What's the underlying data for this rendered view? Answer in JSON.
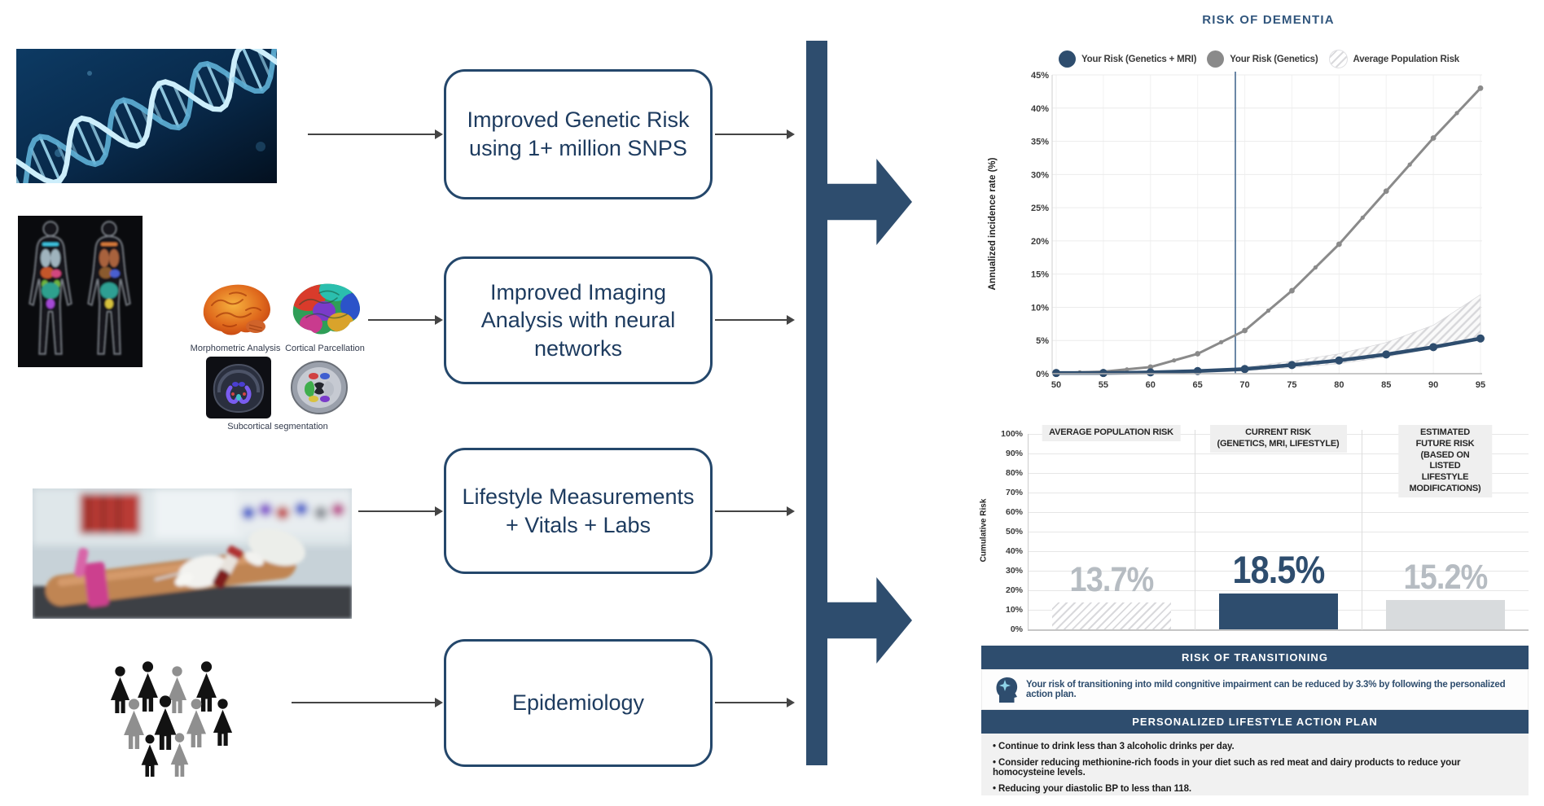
{
  "pipeline": {
    "boxes": [
      {
        "label": "Improved Genetic Risk using 1+ million SNPS"
      },
      {
        "label": "Improved Imaging Analysis with neural networks"
      },
      {
        "label": "Lifestyle Measurements + Vitals + Labs"
      },
      {
        "label": "Epidemiology"
      }
    ],
    "captions": {
      "morphometric": "Morphometric Analysis",
      "cortical": "Cortical Parcellation",
      "subcortical": "Subcortical segmentation"
    }
  },
  "report": {
    "title": "RISK OF DEMENTIA",
    "legend": [
      {
        "label": "Your Risk (Genetics + MRI)",
        "style": "navy"
      },
      {
        "label": "Your Risk (Genetics)",
        "style": "gray"
      },
      {
        "label": "Average Population Risk",
        "style": "hatched"
      }
    ],
    "transitioning": {
      "header": "RISK OF TRANSITIONING",
      "icon": "head-spark-icon",
      "message": "Your risk of transitioning into mild congnitive impairment can be reduced by 3.3% by following the personalized action plan."
    },
    "action_plan": {
      "header": "PERSONALIZED LIFESTYLE ACTION PLAN",
      "items": [
        "• Continue to drink less than 3 alcoholic drinks per day.",
        "• Consider reducing methionine-rich foods in your diet such as red meat and dairy products to reduce your homocysteine levels.",
        "• Reducing your diastolic BP to less than 118."
      ]
    },
    "colors": {
      "navy": "#2e4d6e",
      "marker_line": "#46698f",
      "gray_line": "#8a8a8a",
      "gray_bar": "#d8dbdd",
      "hatch_stripe": "#d9d9dc",
      "big_number_gray": "#b6bcc2"
    }
  },
  "chart_data": [
    {
      "type": "line",
      "title": "RISK OF DEMENTIA",
      "xlabel": "",
      "ylabel": "Annualized incidence rate (%)",
      "x": [
        50,
        55,
        60,
        65,
        70,
        75,
        80,
        85,
        90,
        95
      ],
      "x_ticks": [
        50,
        55,
        60,
        65,
        70,
        75,
        80,
        85,
        90,
        95
      ],
      "y_ticks": [
        0,
        5,
        10,
        15,
        20,
        25,
        30,
        35,
        40,
        45
      ],
      "ylim": [
        0,
        45
      ],
      "age_marker": 69,
      "legend_position": "top",
      "grid": true,
      "series": [
        {
          "name": "Your Risk (Genetics + MRI)",
          "style": "navy-line",
          "values": [
            0.1,
            0.1,
            0.2,
            0.4,
            0.7,
            1.3,
            2.0,
            2.9,
            4.0,
            5.3
          ]
        },
        {
          "name": "Your Risk (Genetics)",
          "style": "gray-line",
          "values": [
            0.1,
            0.3,
            1.0,
            3.0,
            6.5,
            12.5,
            19.5,
            27.5,
            35.5,
            43.0
          ]
        },
        {
          "name": "Average Population Risk",
          "style": "hatched-band",
          "upper": [
            0,
            0.05,
            0.15,
            0.45,
            1.0,
            1.9,
            3.0,
            4.7,
            7.3,
            11.9
          ],
          "lower": [
            0,
            0,
            0.05,
            0.15,
            0.4,
            0.9,
            1.5,
            2.5,
            3.8,
            5.4
          ]
        }
      ]
    },
    {
      "type": "bar",
      "xlabel": "",
      "ylabel": "Cumulative Risk",
      "categories": [
        "AVERAGE POPULATION RISK",
        "CURRENT RISK\n(GENETICS, MRI, LIFESTYLE)",
        "ESTIMATED FUTURE RISK\n(BASED ON LISTED\nLIFESTYLE MODIFICATIONS)"
      ],
      "values": [
        13.7,
        18.5,
        15.2
      ],
      "value_labels": [
        "13.7%",
        "18.5%",
        "15.2%"
      ],
      "bar_styles": [
        "hatched",
        "navy",
        "gray"
      ],
      "ylim": [
        0,
        100
      ],
      "y_ticks": [
        0,
        10,
        20,
        30,
        40,
        50,
        60,
        70,
        80,
        90,
        100
      ],
      "grid": true
    }
  ]
}
